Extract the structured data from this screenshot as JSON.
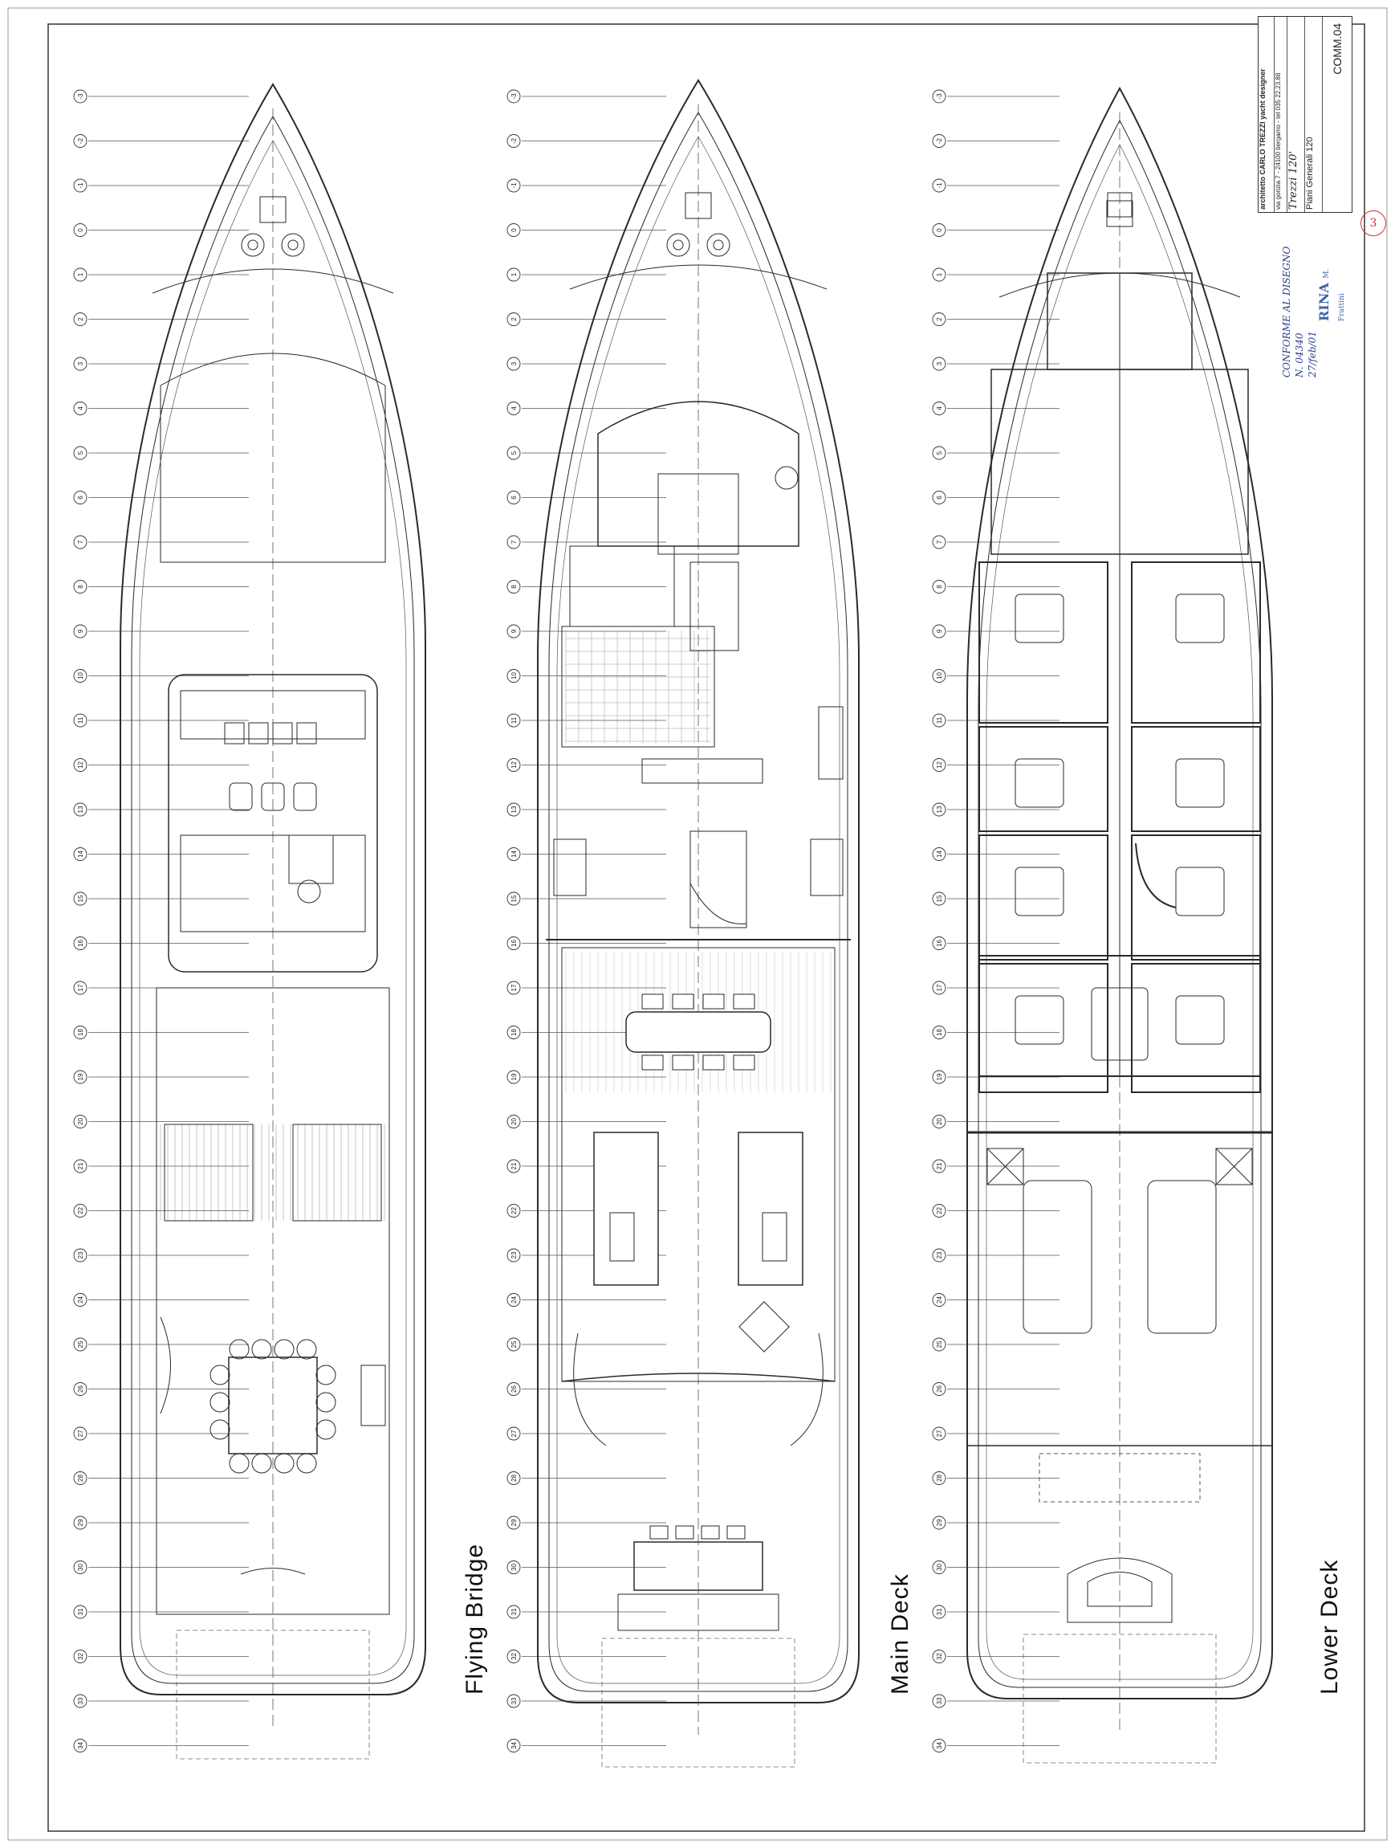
{
  "sheet": {
    "title": "Trezzi 120' General Arrangement"
  },
  "decks": [
    {
      "label": "Flying Bridge",
      "name": "flying-bridge"
    },
    {
      "label": "Main Deck",
      "name": "main-deck"
    },
    {
      "label": "Lower Deck",
      "name": "lower-deck"
    }
  ],
  "frame_numbers": [
    "-3",
    "-2",
    "-1",
    "0",
    "1",
    "2",
    "3",
    "4",
    "5",
    "6",
    "7",
    "8",
    "9",
    "10",
    "11",
    "12",
    "13",
    "14",
    "15",
    "16",
    "17",
    "18",
    "19",
    "20",
    "21",
    "22",
    "23",
    "24",
    "25",
    "26",
    "27",
    "28",
    "29",
    "30",
    "31",
    "32",
    "33",
    "34"
  ],
  "title_block": {
    "architect_line": "architetto CARLO TREZZI yacht designer",
    "address_line": "via gorizia 7 - 24100 bergamo - tel 035 22.23.88",
    "project": "Trezzi 120'",
    "client": "Piani Generali 120",
    "drawing_code": "COMM.04"
  },
  "handwritten_note": [
    "CONFORME AL DISEGNO",
    "N. 04340",
    "27/feb/01"
  ],
  "stamp": {
    "text": "RINA",
    "sub": "M. Frattini"
  },
  "page_number": "3",
  "colors": {
    "line": "#2a2a2a",
    "paper": "#ffffff",
    "ink_blue": "#2b3f8a",
    "ink_red": "#c33333"
  }
}
